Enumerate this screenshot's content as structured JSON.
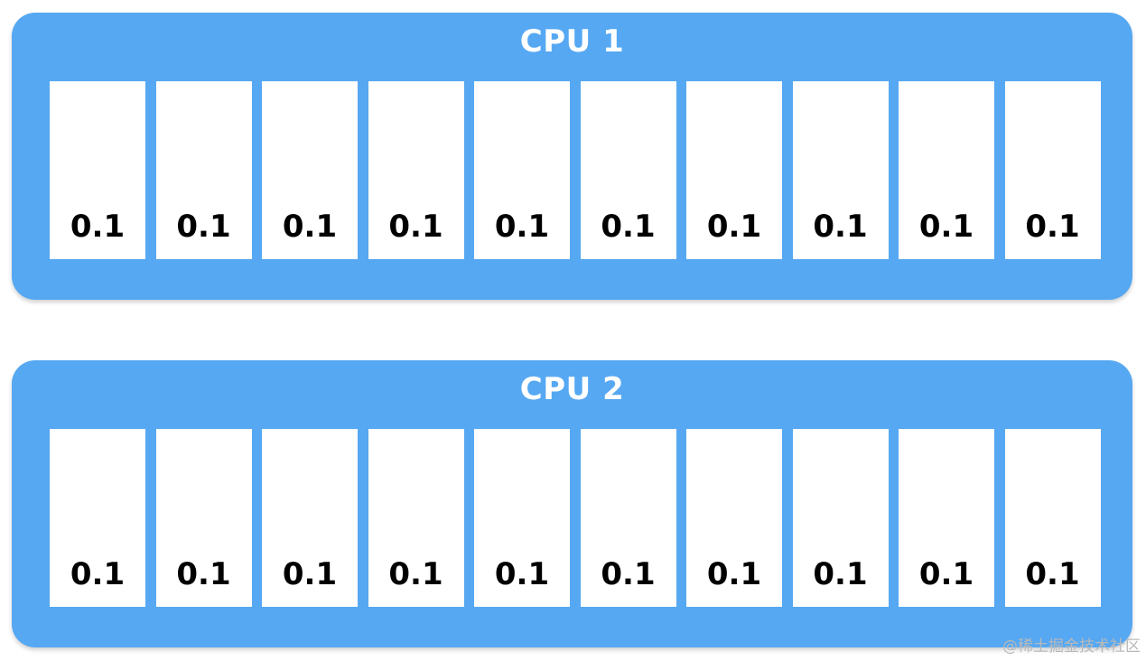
{
  "cpus": [
    {
      "title": "CPU 1",
      "slots": [
        "0.1",
        "0.1",
        "0.1",
        "0.1",
        "0.1",
        "0.1",
        "0.1",
        "0.1",
        "0.1",
        "0.1"
      ]
    },
    {
      "title": "CPU 2",
      "slots": [
        "0.1",
        "0.1",
        "0.1",
        "0.1",
        "0.1",
        "0.1",
        "0.1",
        "0.1",
        "0.1",
        "0.1"
      ]
    }
  ],
  "watermark": "@稀土掘金技术社区",
  "colors": {
    "cpu_box": "#56a8f2",
    "slot": "#ffffff",
    "title_text": "#ffffff",
    "slot_text": "#000000"
  }
}
